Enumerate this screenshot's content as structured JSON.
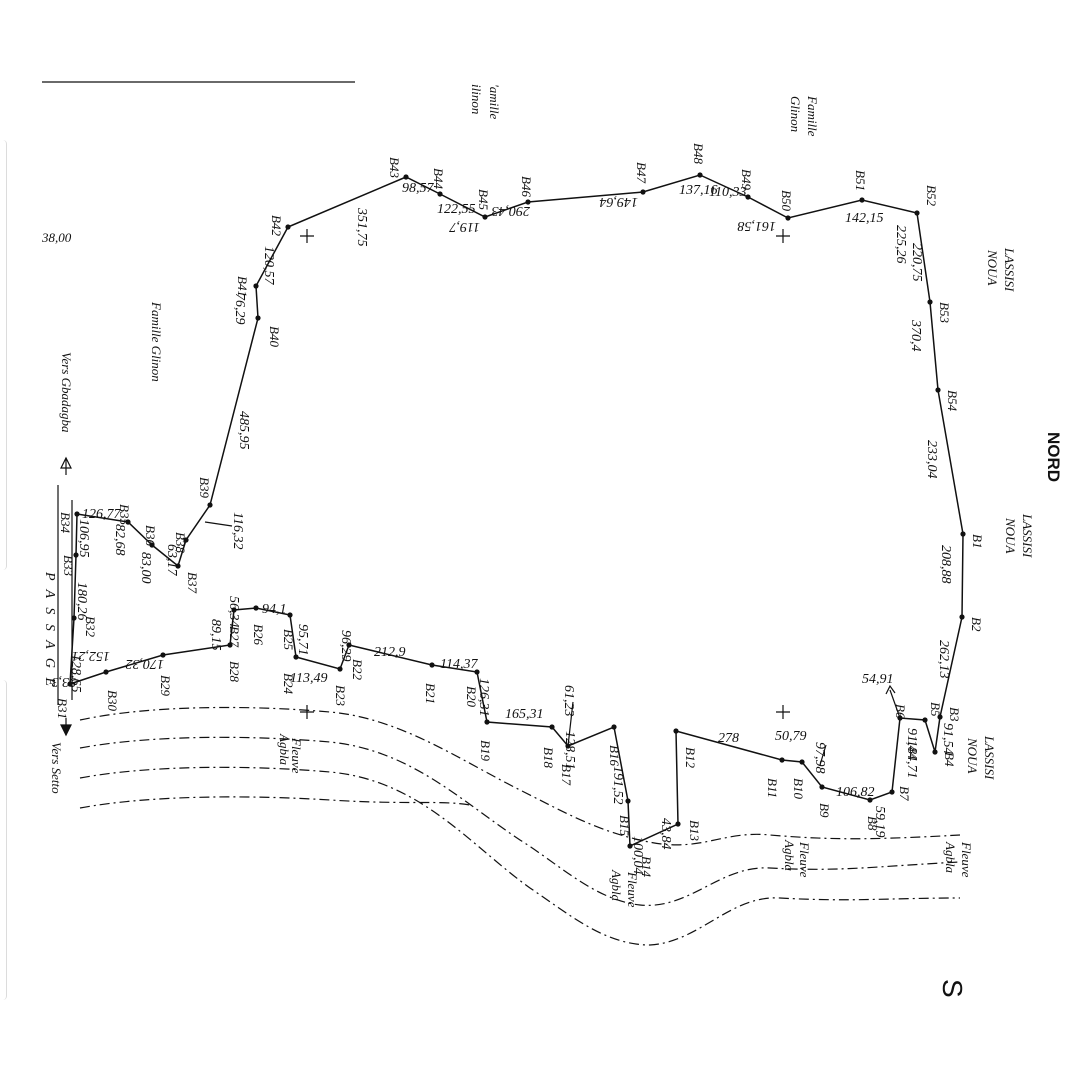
{
  "title_north": "NORD",
  "corner_value": "38,00",
  "south_letter": "S",
  "passage_label": "P A S S A G E",
  "route_labels": {
    "vers_gbadagba": "Vers Gbadagba",
    "vers_setto": "Vers Setto"
  },
  "neighbors": {
    "lassisi_1": [
      "LASSISI",
      "NOUA"
    ],
    "lassisi_2": [
      "LASSISI",
      "NOUA"
    ],
    "lassisi_3": [
      "LASSISI",
      "NOUA"
    ],
    "famille_glinon_top": [
      "Famille",
      "Glinon"
    ],
    "famille_glinon_partial": [
      "'amille",
      "ilinon"
    ],
    "famille_glinon_left": "Famille Glinon"
  },
  "river_labels": [
    [
      "Fleuve",
      "Agbla"
    ],
    [
      "Fleuve",
      "Agbla"
    ],
    [
      "Fleuve",
      "Agbla"
    ],
    [
      "Fleuve",
      "Agbla"
    ]
  ],
  "boundary_markers": [
    "B1",
    "B2",
    "B3",
    "B4",
    "B5",
    "B6",
    "B7",
    "B8",
    "B9",
    "B10",
    "B11",
    "B12",
    "B13",
    "B14",
    "B15",
    "B16",
    "B17",
    "B18",
    "B19",
    "B20",
    "B21",
    "B22",
    "B23",
    "B24",
    "B25",
    "B26",
    "B27",
    "B28",
    "B29",
    "B30",
    "B31",
    "B32",
    "B33",
    "B34",
    "B35",
    "B36",
    "B37",
    "B38",
    "B39",
    "B40",
    "B41",
    "B42",
    "B43",
    "B44",
    "B45",
    "B46",
    "B47",
    "B48",
    "B49",
    "B50",
    "B51",
    "B52",
    "B53",
    "B54"
  ],
  "segment_lengths": [
    "208,88",
    "262,13",
    "91,54",
    "91,44",
    "54,91",
    "184,71",
    "59,19",
    "106,82",
    "97,98",
    "50,79",
    "278",
    "43,84",
    "100,04",
    "191,52",
    "128,51",
    "61,23",
    "165,31",
    "126,31",
    "114,37",
    "212,9",
    "96,29",
    "113,49",
    "95,71",
    "94,1",
    "56,34",
    "89,15",
    "170,32",
    "152,21",
    "93,3",
    "128,65",
    "180,26",
    "106,95",
    "126,77",
    "82,68",
    "83,00",
    "63,17",
    "116,32",
    "485,95",
    "76,29",
    "120,57",
    "351,75",
    "98,57",
    "122,55",
    "119,7",
    "290,43",
    "149,64",
    "137,16",
    "110,33",
    "161,58",
    "142,15",
    "225,26",
    "220,75",
    "370,4",
    "233,04"
  ]
}
